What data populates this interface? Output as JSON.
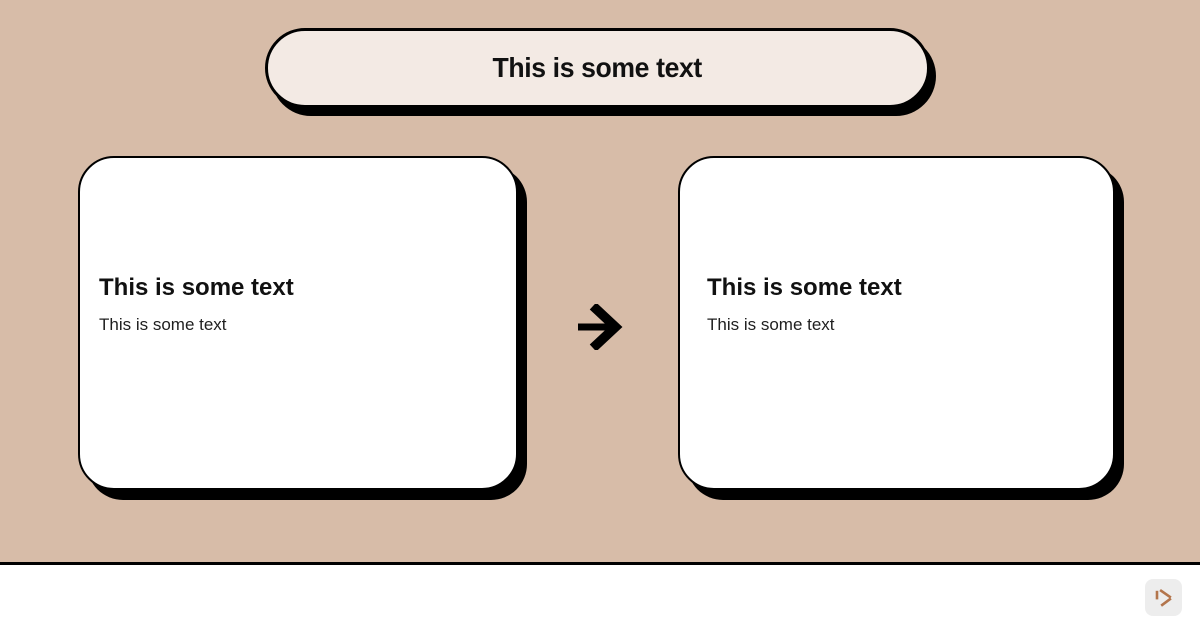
{
  "theme": {
    "background": "#d7bca8",
    "pill_fill": "#f3eae4",
    "card_fill": "#ffffff",
    "outline": "#000000",
    "title_text": "#111111",
    "body_text": "#1f1f1f",
    "footer_bg": "#ffffff",
    "badge_bg": "#ededed",
    "badge_glyph": "#b3754c"
  },
  "header": {
    "title": "This is some text"
  },
  "cards": [
    {
      "title": "This is some text",
      "subtitle": "This is some text"
    },
    {
      "title": "This is some text",
      "subtitle": "This is some text"
    }
  ],
  "arrow": {
    "icon": "arrow-right-icon"
  },
  "footer": {
    "badge_icon": "play-logo-icon"
  }
}
